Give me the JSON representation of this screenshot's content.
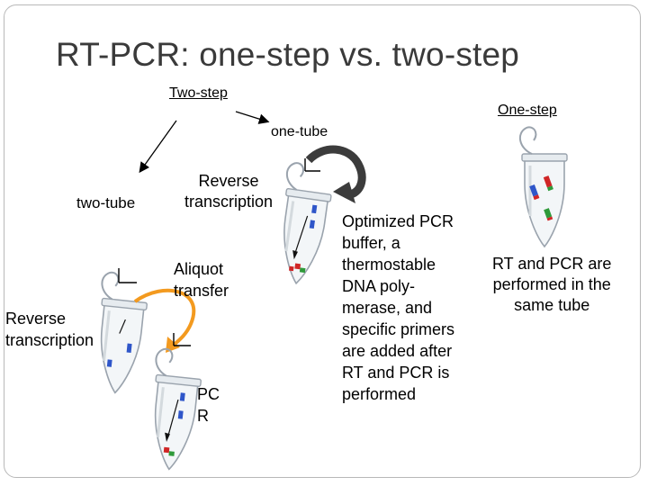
{
  "slide": {
    "title": "RT-PCR: one-step vs. two-step",
    "two_step_label": "Two-step",
    "one_step_label": "One-step",
    "one_tube_label": "one-tube",
    "two_tube_label": "two-tube",
    "reverse_transcription_top": [
      "Reverse",
      "transcription"
    ],
    "aliquot_transfer": [
      "Aliquot",
      "transfer"
    ],
    "reverse_transcription_left": [
      "Reverse",
      "transcription"
    ],
    "pcr_label": [
      "PC",
      "R"
    ],
    "buffer_description": [
      "Optimized PCR",
      "buffer, a",
      "thermostable",
      "DNA poly-",
      "merase, and",
      "specific primers",
      "are added after",
      "RT and PCR is",
      "performed"
    ],
    "one_step_description": [
      "RT and PCR are",
      "performed in the",
      "same tube"
    ]
  },
  "colors": {
    "title": "#3a3a3a",
    "transfer_arrow": "#f39a1f",
    "curved_arrow": "#4a4a4a",
    "tube_outline": "#9aa3ad",
    "blue_marker": "#2f56c9",
    "red_marker": "#d02626",
    "green_marker": "#2f9a3a"
  },
  "icons": [
    "microcentrifuge-tube",
    "curved-arrow",
    "orange-transfer-arrow"
  ]
}
